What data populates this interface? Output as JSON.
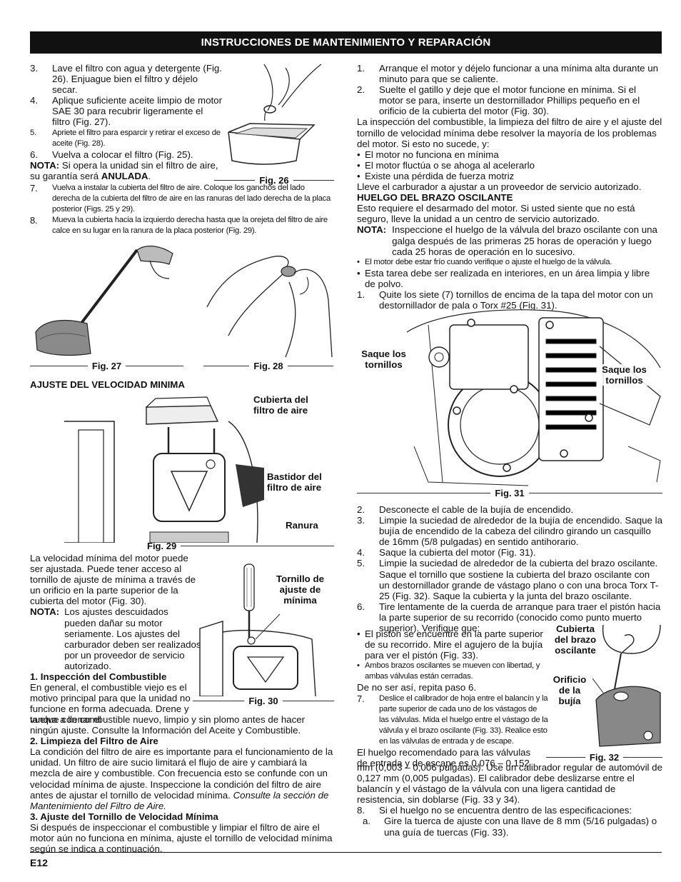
{
  "header": "INSTRUCCIONES DE MANTENIMIENTO Y REPARACIÓN",
  "left_top": {
    "i3": {
      "n": "3.",
      "t": "Lave el filtro con agua y detergente (Fig. 26). Enjuague bien el filtro y déjelo secar."
    },
    "i4": {
      "n": "4.",
      "t": "Aplique suficiente aceite limpio de motor SAE 30 para recubrir ligeramente el filtro (Fig. 27)."
    },
    "i5": {
      "n": "5.",
      "t": "Apriete el filtro para esparcir y retirar el exceso de aceite (Fig. 28)."
    },
    "i6": {
      "n": "6.",
      "t": "Vuelva a colocar el filtro (Fig. 25)."
    },
    "nota": {
      "k": "NOTA:",
      "t": " Si opera la unidad sin el filtro de aire, su garantía será ",
      "b": "ANULADA",
      "e": "."
    },
    "i7": {
      "n": "7.",
      "t": "Vuelva a instalar la cubierta del filtro de aire. Coloque los ganchos del lado derecha de la cubierta del filtro de aire en las ranuras del lado derecha de la placa posterior (Figs. 25 y 29)."
    },
    "i8": {
      "n": "8.",
      "t": "Mueva la cubierta hacia la izquierdo derecha hasta que la orejeta del filtro de aire calce en su lugar en la ranura de la placa posterior (Fig. 29)."
    }
  },
  "figs": {
    "f26": "Fig. 26",
    "f27": "Fig. 27",
    "f28": "Fig. 28",
    "f29": "Fig. 29",
    "f30": "Fig. 30",
    "f31": "Fig. 31",
    "f32": "Fig. 32"
  },
  "ajuste_heading": "AJUSTE DEL VELOCIDAD MINIMA",
  "labels": {
    "cubierta_filtro": "Cubierta del filtro de aire",
    "bastidor": "Bastidor del filtro de aire",
    "ranura": "Ranura",
    "tornillo": "Tornillo de ajuste de mínima",
    "saque_left": "Saque los tornillos",
    "saque_right": "Saque los tornillos",
    "cubierta_brazo": "Cubierta del brazo oscilante",
    "orificio": "Orificio de la bujía"
  },
  "left_bottom": {
    "intro": "La velocidad mínima del motor puede ser ajustada. Puede tener acceso al tornillo de ajuste de mínima a través de un orificio en la parte superior de la cubierta del motor (Fig. 30).",
    "nota_k": "NOTA:",
    "nota_t": "Los ajustes descuidados pueden dañar su motor seriamente. Los ajustes del carburador deben ser realizados por un proveedor de servicio autorizado.",
    "h1": "1. Inspección del Combustible",
    "p1a": "En general, el combustible viejo es el motivo principal para que la unidad no funcione en forma adecuada. Drene y vuelva a llenar el",
    "p1b": "tanque con combustible nuevo, limpio y sin plomo antes de hacer ningún ajuste. Consulte la Información del Aceite y Combustible.",
    "h2": "2. Limpieza del Filtro de Aire",
    "p2": "La condición del filtro de aire es importante para el funcionamiento de la unidad. Un filtro de aire sucio limitará el flujo de aire y cambiará la mezcla de aire y combustible. Con frecuencia esto se confunde con un velocidad mínima de ajuste. Inspeccione la condición del filtro de aire antes de ajustar el tornillo de velocidad mínima.",
    "p2i": "Consulte la sección de Mantenimiento del Filtro de Aire.",
    "h3": "3. Ajuste del Tornillo de Velocidad Mínima",
    "p3": "Si después de inspeccionar el combustible y limpiar el filtro de aire el motor aún no funciona en mínima, ajuste el tornillo de velocidad mínima según se indica a continuación."
  },
  "right_top": {
    "i1": {
      "n": "1.",
      "t": "Arranque el motor y déjelo funcionar a una mínima alta durante un minuto para que se caliente."
    },
    "i2": {
      "n": "2.",
      "t": "Suelte el gatillo y deje que el motor funcione en mínima. Si el motor se para, inserte un destornillador Phillips pequeño en el orificio de la cubierta del motor (Fig. 30)."
    },
    "p": "La inspección del combustible, la limpieza del filtro de aire y el ajuste del tornillo de velocidad mínima debe resolver la mayoría de los problemas del motor. Si esto no sucede, y:",
    "b1": "El motor no funciona en mínima",
    "b2": "El motor fluctúa o se ahoga al acelerarlo",
    "b3": "Existe una pérdida de fuerza motriz",
    "p2": "Lleve el carburador a ajustar a un proveedor de servicio autorizado.",
    "h": "HUELGO DEL BRAZO OSCILANTE",
    "p3": "Esto requiere el desarmado del motor. Si usted siente que no está seguro, lleve la unidad a un centro de servicio autorizado.",
    "nota_k": "NOTA:",
    "nota_t": "Inspeccione el huelgo de la válvula del brazo oscilante con una galga después de las primeras 25 horas de operación y luego cada 25 horas de operación en lo sucesivo.",
    "b4": "El motor debe estar frío cuando verifique o ajuste el huelgo de la válvula.",
    "b5": "Esta tarea debe ser realizada en interiores, en un área limpia y libre de polvo.",
    "i1b": {
      "n": "1.",
      "t": "Quite los siete (7) tornillos de encima de la tapa del motor con un destornillador de pala o Torx #25 (Fig. 31)."
    }
  },
  "right_bottom": {
    "i2": {
      "n": "2.",
      "t": "Desconecte el cable de la bujía de encendido."
    },
    "i3": {
      "n": "3.",
      "t": "Limpie la suciedad de alrededor de la bujía de encendido. Saque la bujía de encendido de la cabeza del cilindro girando un casquillo de 16mm (5/8 pulgadas) en sentido antihorario."
    },
    "i4": {
      "n": "4.",
      "t": "Saque la cubierta del motor (Fig. 31)."
    },
    "i5": {
      "n": "5.",
      "t": "Limpie la suciedad de alrededor de la cubierta del brazo oscilante. Saque el tornillo que sostiene la cubierta del brazo oscilante con un destornillador grande de vástago plano o con una broca Torx T-25 (Fig. 32). Saque la cubierta y la junta del brazo oscilante."
    },
    "i6": {
      "n": "6.",
      "t": "Tire lentamente de la cuerda de arranque para traer el pistón hacia la parte superior de su recorrido (conocido como punto muerto superior). Verifique que:"
    },
    "b1": "El pistón se encuentre en la parte superior de su recorrido. Mire el agujero de la bujía para ver el pistón (Fig. 33).",
    "b2": "Ambos brazos oscilantes se mueven con libertad, y ambas válvulas están cerradas.",
    "p": "De no ser así, repita paso 6.",
    "i7": {
      "n": "7.",
      "t": "Deslice el calibrador de hoja entre el balancín y la parte superior de cada uno de los vástagos de las válvulas. Mida el huelgo entre el vástago de la válvula y el brazo oscilante (Fig. 33). Realice esto en las válvulas de entrada y de escape."
    },
    "p7a": "El huelgo recomendado para las válvulas de entrada y de escape es 0,076 – 0,152",
    "p7b": "mm (0,003 – 0,006 pulgadas). Use un calibrador regular de automóvil de 0,127 mm (0,005 pulgadas). El calibrador debe deslizarse entre el balancín y el vástago de la válvula con una ligera cantidad de resistencia, sin doblarse (Fig. 33 y 34).",
    "i8": {
      "n": "8.",
      "t": "Si el huelgo no se encuentra dentro de las especificaciones:"
    },
    "ia": {
      "n": "a.",
      "t": "Gire la tuerca de ajuste con una llave de 8 mm (5/16 pulgadas) o una guía de tuercas (Fig. 33)."
    }
  },
  "page_number": "E12"
}
